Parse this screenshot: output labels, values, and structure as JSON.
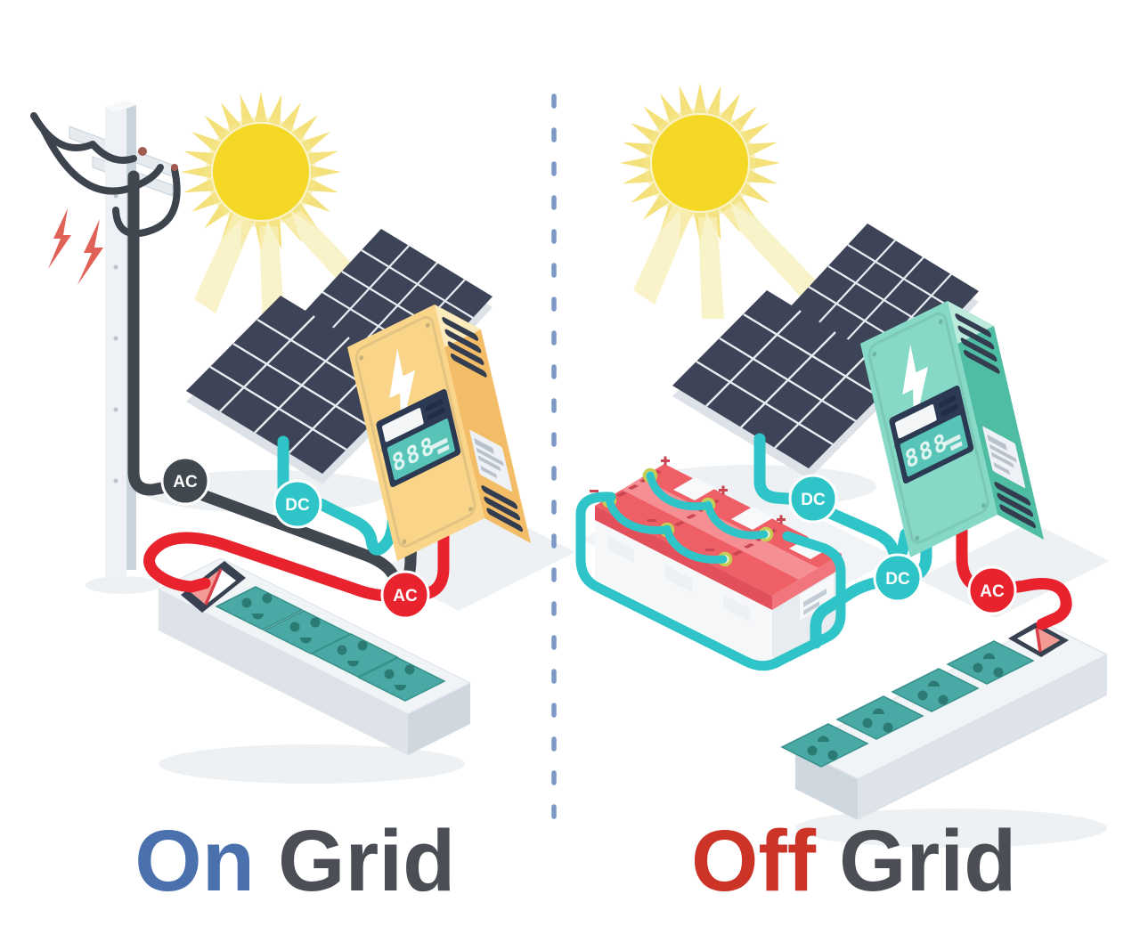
{
  "left": {
    "scene": "grid-tied solar system",
    "title_primary": "On",
    "title_secondary": "Grid",
    "title_primary_color": "#4a70ad",
    "title_secondary_color": "#4b4e54",
    "label_utility_ac": "AC",
    "label_solar_dc": "DC",
    "label_outlet_ac": "AC",
    "inverter_display": "888"
  },
  "right": {
    "scene": "off-grid solar system with battery bank",
    "title_primary": "Off",
    "title_secondary": "Grid",
    "title_primary_color": "#cd3428",
    "title_secondary_color": "#4b4e54",
    "label_solar_dc": "DC",
    "label_battery_dc": "DC",
    "label_outlet_ac": "AC",
    "inverter_display": "888"
  },
  "colors": {
    "divider": "#7b98c7",
    "wire_utility_ac": "#40474f",
    "wire_dc": "#2fc5c8",
    "wire_outlet_ac": "#e8232e",
    "sun": "#f5d826",
    "sun_rays": "#f4e17c",
    "solar_panel": "#3e4458",
    "inverter_on_grid_front": "#f9d489",
    "inverter_on_grid_top": "#fcebbd",
    "inverter_on_grid_side": "#f2bd66",
    "inverter_off_grid_front": "#85d9c6",
    "inverter_off_grid_top": "#bcebdd",
    "inverter_off_grid_side": "#4fbda3",
    "battery_top": "#ee5f66",
    "outlet": "#4aa9a4",
    "spark": "#e06156"
  }
}
